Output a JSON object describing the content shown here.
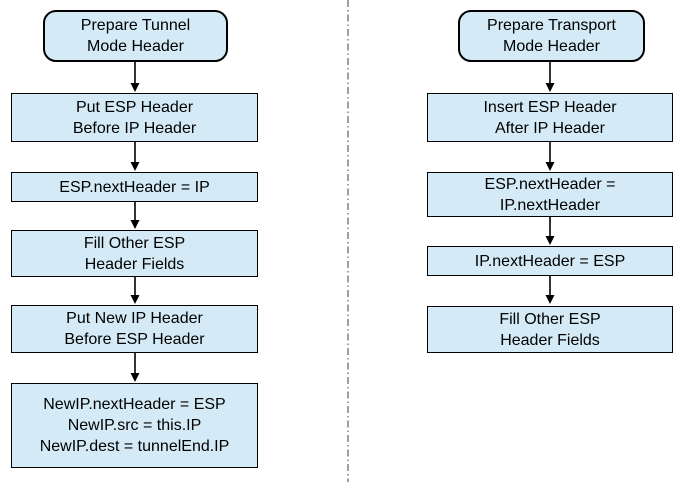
{
  "colors": {
    "canvas_bg": "#ffffff",
    "box_fill": "#d4ebf7",
    "box_border": "#000000",
    "text": "#000000",
    "arrow": "#000000",
    "divider": "#787878"
  },
  "left_flow": {
    "steps": [
      {
        "shape": "rounded",
        "text": "Prepare Tunnel\nMode Header"
      },
      {
        "shape": "rect",
        "text": "Put ESP Header\nBefore IP Header"
      },
      {
        "shape": "rect",
        "text": "ESP.nextHeader = IP"
      },
      {
        "shape": "rect",
        "text": "Fill Other ESP\nHeader Fields"
      },
      {
        "shape": "rect",
        "text": "Put New IP Header\nBefore ESP Header"
      },
      {
        "shape": "rect",
        "text": "NewIP.nextHeader = ESP\nNewIP.src = this.IP\nNewIP.dest = tunnelEnd.IP"
      }
    ]
  },
  "right_flow": {
    "steps": [
      {
        "shape": "rounded",
        "text": "Prepare Transport\nMode Header"
      },
      {
        "shape": "rect",
        "text": "Insert ESP Header\nAfter IP Header"
      },
      {
        "shape": "rect",
        "text": "ESP.nextHeader =\nIP.nextHeader"
      },
      {
        "shape": "rect",
        "text": "IP.nextHeader = ESP"
      },
      {
        "shape": "rect",
        "text": "Fill Other ESP\nHeader Fields"
      }
    ]
  }
}
